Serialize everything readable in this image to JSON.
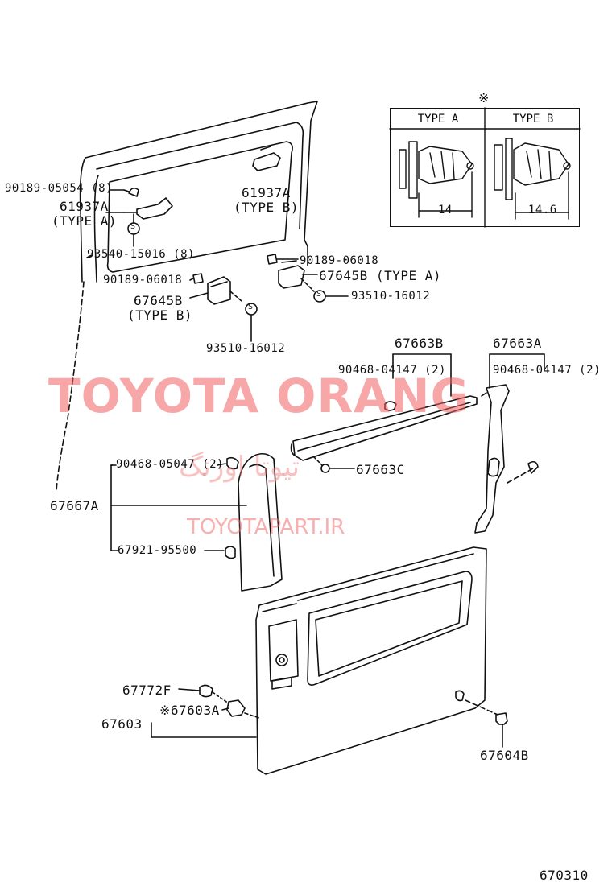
{
  "watermark": {
    "main": "TOYOTA ORANG",
    "persian": "تیوتا اورنگ",
    "url": "TOYOTAPART.IR"
  },
  "diagram_code": "670310",
  "inset": {
    "mark": "※",
    "type_a": "TYPE A",
    "type_b": "TYPE B",
    "dim_a": "14",
    "dim_b": "14.6"
  },
  "parts": {
    "p90189_05054": "90189-05054 (8)",
    "p61937a_1": "61937A",
    "p61937a_1_type": "(TYPE  A)",
    "p61937a_2": "61937A",
    "p61937a_2_type": "(TYPE  B)",
    "p93540": "93540-15016 (8)",
    "p90189_06018_left": "90189-06018",
    "p90189_06018_right": "90189-06018",
    "p67645b_right": "67645B (TYPE  A)",
    "p93510_right": "93510-16012",
    "p67645b_left": "67645B",
    "p67645b_left_type": "(TYPE  B)",
    "p93510_left": "93510-16012",
    "p67663b": "67663B",
    "p90468_04147_b": "90468-04147 (2)",
    "p67663a": "67663A",
    "p90468_04147_a": "90468-04147 (2)",
    "p90468_05047": "90468-05047 (2)",
    "p67663c": "67663C",
    "p67667a": "67667A",
    "p67921": "67921-95500",
    "p67772f": "67772F",
    "p67603": "67603",
    "p67603a": "※67603A",
    "p67604b": "67604B",
    "s_symbol": "S"
  }
}
